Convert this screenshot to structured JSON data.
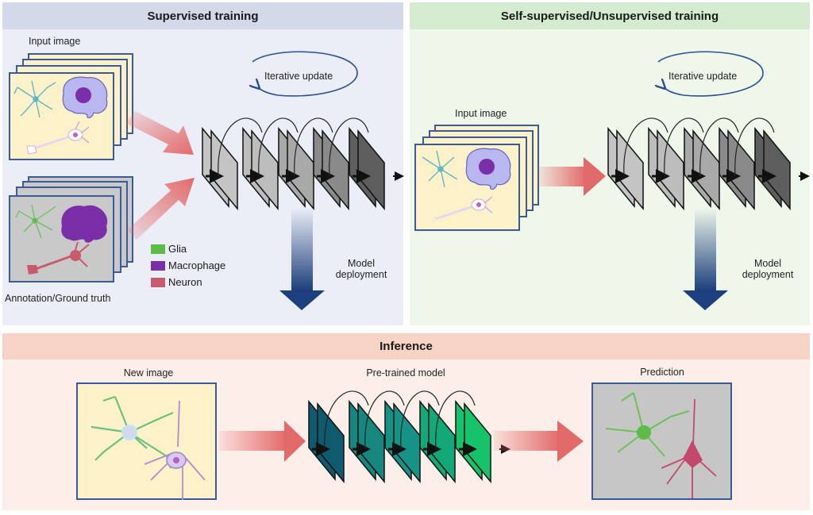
{
  "supervised": {
    "title": "Supervised training",
    "input_label": "Input image",
    "annotation_label": "Annotation/Ground truth",
    "iterative_label": "Iterative update",
    "deployment_label_line1": "Model",
    "deployment_label_line2": "deployment",
    "legend": [
      {
        "label": "Glia",
        "color": "#5dbb46"
      },
      {
        "label": "Macrophage",
        "color": "#7a2fa8"
      },
      {
        "label": "Neuron",
        "color": "#c85a6e"
      }
    ]
  },
  "unsupervised": {
    "title": "Self-supervised/Unsupervised training",
    "input_label": "Input image",
    "iterative_label": "Iterative update",
    "deployment_label_line1": "Model",
    "deployment_label_line2": "deployment"
  },
  "inference": {
    "title": "Inference",
    "new_image_label": "New image",
    "model_label": "Pre-trained model",
    "prediction_label": "Prediction"
  },
  "colors": {
    "gray_layers": [
      "#c4c4c4",
      "#bdbdbd",
      "#a9a9a9",
      "#8a8a8a",
      "#5e5e5e"
    ],
    "green_layers": [
      "#0f5a6e",
      "#16867e",
      "#179286",
      "#13a878",
      "#16c26a"
    ],
    "arrow_red": "#e36a6a",
    "deploy_blue": "#1d3f7d",
    "frame_blue": "#3a5a9a",
    "image_bg": "#fdf1c9",
    "annotation_bg": "#c9c9c9"
  }
}
